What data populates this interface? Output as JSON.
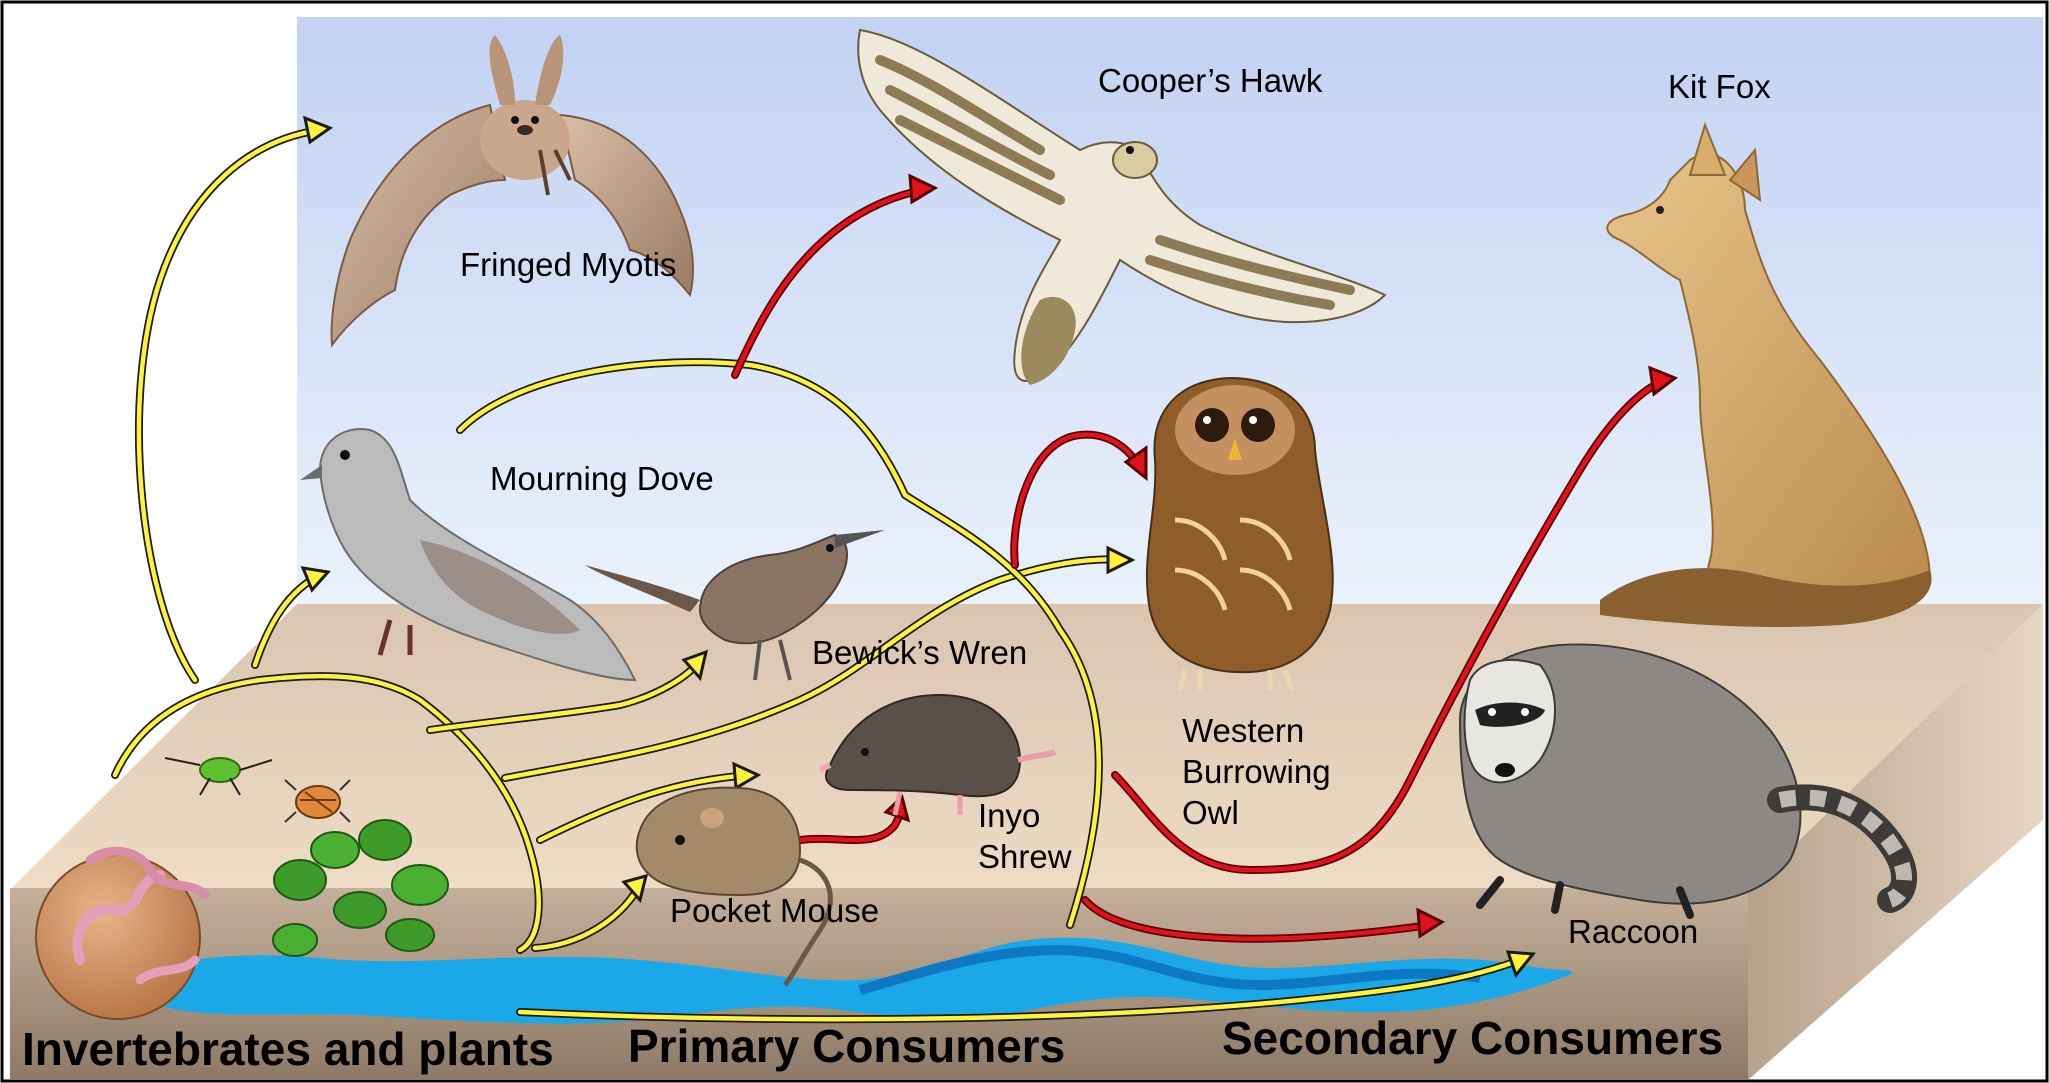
{
  "colors": {
    "sky_top": "#c3d2f3",
    "sky_bottom": "#e3eefa",
    "ground_top": "#e9d3ba",
    "ground_side": "#a8937c",
    "water": "#1aa8e8",
    "arrow_yellow": "#fff23a",
    "arrow_red": "#e0121b"
  },
  "labels": {
    "fringed_myotis": "Fringed Myotis",
    "coopers_hawk": "Cooper’s Hawk",
    "kit_fox": "Kit Fox",
    "mourning_dove": "Mourning Dove",
    "bewicks_wren": "Bewick’s Wren",
    "western_burrowing_owl": [
      "Western",
      "Burrowing",
      "Owl"
    ],
    "inyo_shrew": [
      "Inyo",
      "Shrew"
    ],
    "pocket_mouse": "Pocket Mouse",
    "raccoon": "Raccoon"
  },
  "categories": {
    "invertebrates_plants": "Invertebrates and plants",
    "primary_consumers": "Primary Consumers",
    "secondary_consumers": "Secondary Consumers"
  },
  "icons": [
    "bat-icon",
    "hawk-icon",
    "fox-icon",
    "dove-icon",
    "wren-icon",
    "owl-icon",
    "shrew-icon",
    "mouse-icon",
    "raccoon-icon",
    "worms-icon",
    "beetle-icon",
    "bug-icon",
    "plant-icon",
    "water-icon"
  ]
}
